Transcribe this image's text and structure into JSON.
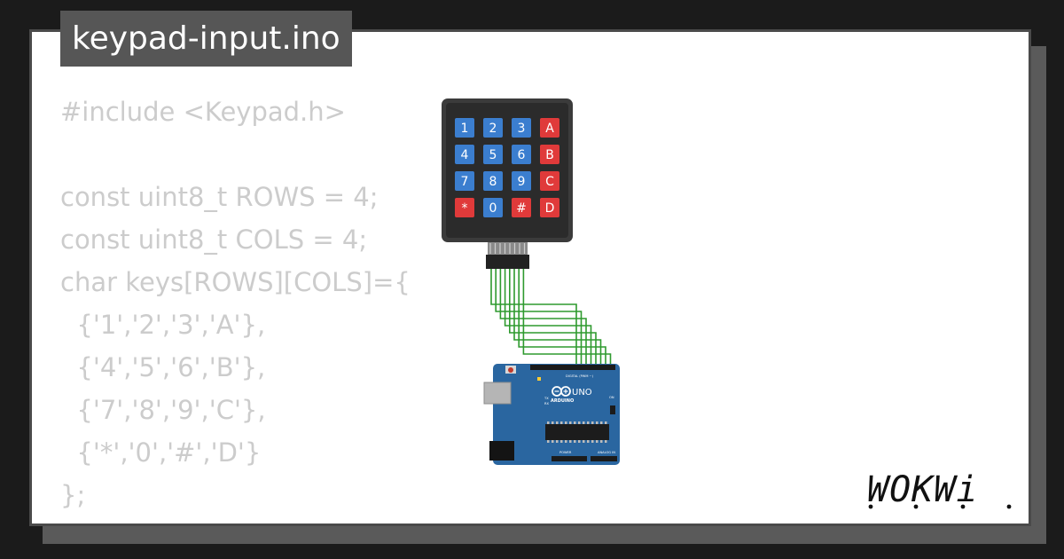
{
  "title": "keypad-input.ino",
  "code": [
    "#include <Keypad.h>",
    "",
    "const uint8_t ROWS = 4;",
    "const uint8_t COLS = 4;",
    "char keys[ROWS][COLS]={",
    "  {'1','2','3','A'},",
    "  {'4','5','6','B'},",
    "  {'7','8','9','C'},",
    "  {'*','0','#','D'}",
    "};"
  ],
  "keypad": {
    "keys": [
      "1",
      "2",
      "3",
      "A",
      "4",
      "5",
      "6",
      "B",
      "7",
      "8",
      "9",
      "C",
      "*",
      "0",
      "#",
      "D"
    ],
    "number_color": "#3b7ecf",
    "letter_color": "#e03a3a"
  },
  "board": {
    "brand": "ARDUINO",
    "model": "UNO",
    "digital_label": "DIGITAL (PWM ~)",
    "analog_label": "ANALOG IN",
    "power_label": "POWER",
    "on_label": "ON",
    "tx_label": "TX",
    "rx_label": "RX",
    "color": "#2a66a0"
  },
  "brand": {
    "logo_text": "WOKWi"
  },
  "wire_color": "#2e9a2e"
}
